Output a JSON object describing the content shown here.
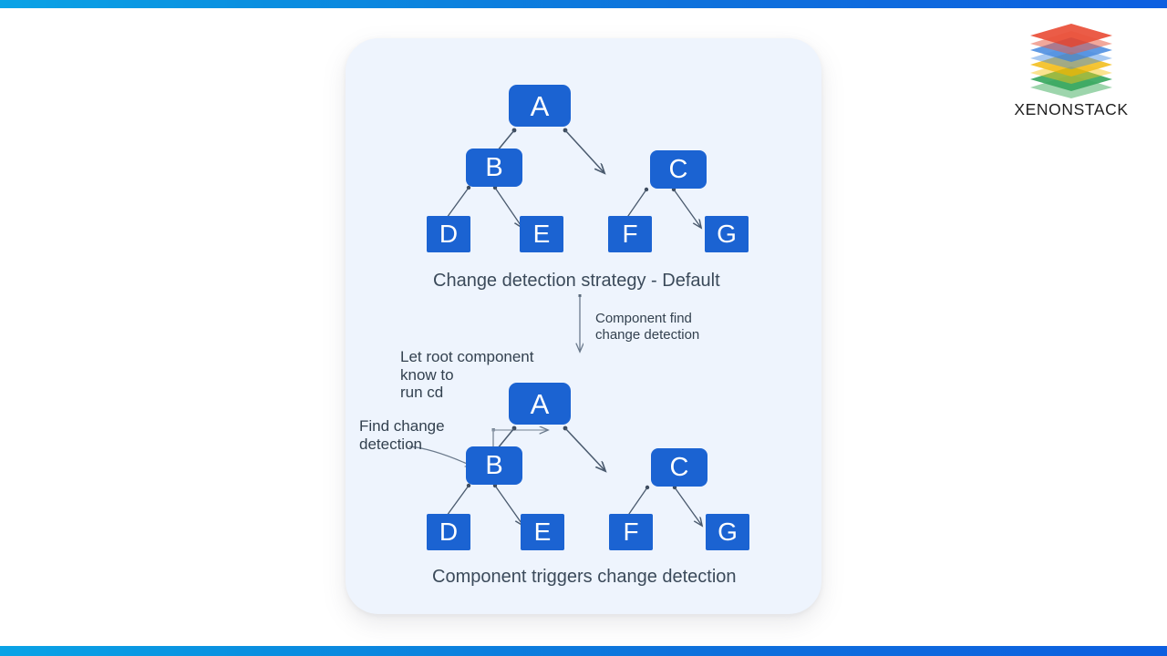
{
  "theme": {
    "bar_gradient_start": "#0aa3e6",
    "bar_gradient_end": "#0d5fe0",
    "card_background": "#eef4fd",
    "node_color": "#1b63d2",
    "node_text_color": "#ffffff",
    "caption_color": "#3b4a5a",
    "annotation_color": "#33414f",
    "arrow_color": "#4a5a6e"
  },
  "brand": {
    "name": "XENONSTACK",
    "logo_icon": "stacked-layers-icon",
    "layer_colors": [
      "#e8452c",
      "#4a90e2",
      "#f5c518",
      "#34a853"
    ]
  },
  "diagram": {
    "title_top": "Change detection strategy - Default",
    "title_bottom": "Component triggers change detection",
    "transition_label": "Component find\nchange detection",
    "annotations": [
      {
        "id": "let-root-component",
        "text": "Let root component\nknow to\nrun cd"
      },
      {
        "id": "find-change-detection",
        "text": "Find change\ndetection"
      }
    ],
    "tree_top": {
      "nodes": [
        {
          "id": "A",
          "label": "A",
          "level": 0
        },
        {
          "id": "B",
          "label": "B",
          "level": 1
        },
        {
          "id": "C",
          "label": "C",
          "level": 1
        },
        {
          "id": "D",
          "label": "D",
          "level": 2
        },
        {
          "id": "E",
          "label": "E",
          "level": 2
        },
        {
          "id": "F",
          "label": "F",
          "level": 2
        },
        {
          "id": "G",
          "label": "G",
          "level": 2
        }
      ],
      "edges": [
        [
          "A",
          "B"
        ],
        [
          "A",
          "C"
        ],
        [
          "B",
          "D"
        ],
        [
          "B",
          "E"
        ],
        [
          "C",
          "F"
        ],
        [
          "C",
          "G"
        ]
      ]
    },
    "tree_bottom": {
      "nodes": [
        {
          "id": "A",
          "label": "A",
          "level": 0
        },
        {
          "id": "B",
          "label": "B",
          "level": 1
        },
        {
          "id": "C",
          "label": "C",
          "level": 1
        },
        {
          "id": "D",
          "label": "D",
          "level": 2
        },
        {
          "id": "E",
          "label": "E",
          "level": 2
        },
        {
          "id": "F",
          "label": "F",
          "level": 2
        },
        {
          "id": "G",
          "label": "G",
          "level": 2
        }
      ],
      "edges": [
        [
          "A",
          "B"
        ],
        [
          "A",
          "C"
        ],
        [
          "B",
          "D"
        ],
        [
          "B",
          "E"
        ],
        [
          "C",
          "F"
        ],
        [
          "C",
          "G"
        ]
      ],
      "feedback_edge": {
        "from": "B",
        "to": "A",
        "style": "elbow"
      }
    }
  }
}
